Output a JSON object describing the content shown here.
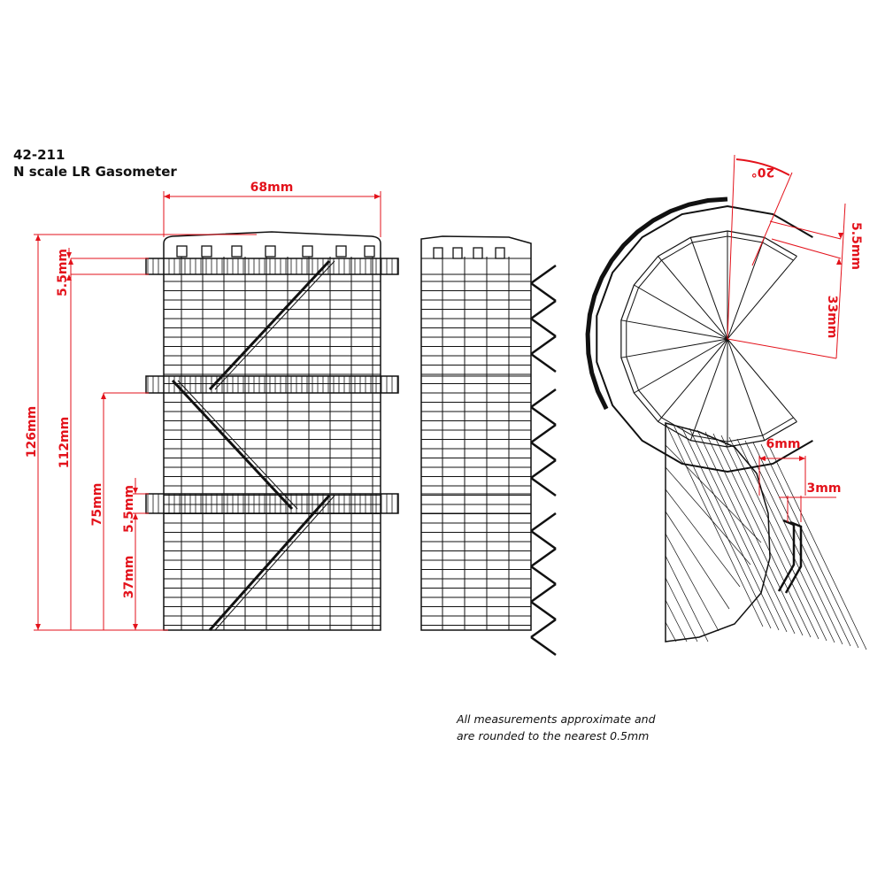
{
  "header": {
    "product_code": "42-211",
    "product_name": "N scale LR Gasometer"
  },
  "dimensions": {
    "width": "68mm",
    "height_total": "126mm",
    "height_upper_walkway": "112mm",
    "height_middle_walkway": "75mm",
    "walkway_depth_top": "5.5mm",
    "walkway_depth_lower": "5.5mm",
    "height_lower_walkway": "37mm",
    "plan_angle": "20°",
    "plan_walkway": "5.5mm",
    "plan_radius": "33mm",
    "stair_offset": "6mm",
    "stair_width": "3mm"
  },
  "note": {
    "line1": "All measurements approximate and",
    "line2": "are rounded to the nearest 0.5mm"
  },
  "colors": {
    "dimension": "#e3121b",
    "drawing": "#111111"
  }
}
